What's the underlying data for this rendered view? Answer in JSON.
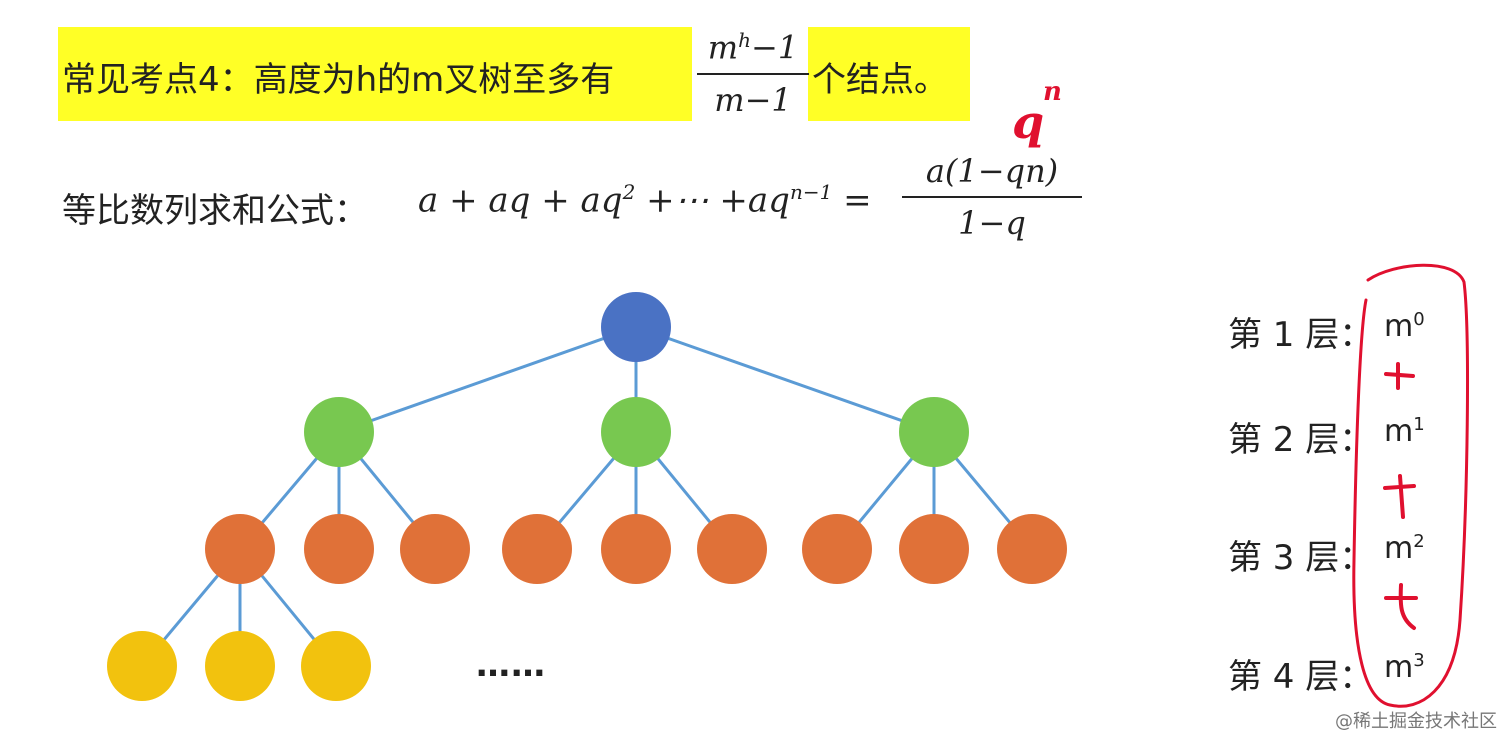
{
  "headline": {
    "prefix": "常见考点4：高度为h的m叉树至多有",
    "fraction_num_base": "m",
    "fraction_num_exp": "h",
    "fraction_num_tail": "−1",
    "fraction_den": "m−1",
    "suffix": "个结点。",
    "highlight_color": "#ffff26"
  },
  "series_formula": {
    "label": "等比数列求和公式：",
    "lhs_parts": [
      "a + aq + aq",
      "2",
      " +⋯ +aq",
      "n−1",
      " ="
    ],
    "rhs_num": "a(1−qn)",
    "rhs_den": "1−q"
  },
  "handwritten": {
    "annotation": "q",
    "annotation_exp": "n",
    "pen_color": "#e0102f",
    "plus_marks": [
      "+",
      "+",
      "+"
    ]
  },
  "levels": [
    {
      "label": "第 1 层：",
      "base": "m",
      "exp": "0"
    },
    {
      "label": "第 2 层：",
      "base": "m",
      "exp": "1"
    },
    {
      "label": "第 3 层：",
      "base": "m",
      "exp": "2"
    },
    {
      "label": "第 4 层：",
      "base": "m",
      "exp": "3"
    }
  ],
  "tree": {
    "colors": {
      "level1": "#4a72c4",
      "level2": "#78c850",
      "level3": "#e07138",
      "level4": "#f2c20e",
      "edge": "#5b9bd5"
    },
    "ellipsis": "……"
  },
  "watermark": "@稀土掘金技术社区"
}
